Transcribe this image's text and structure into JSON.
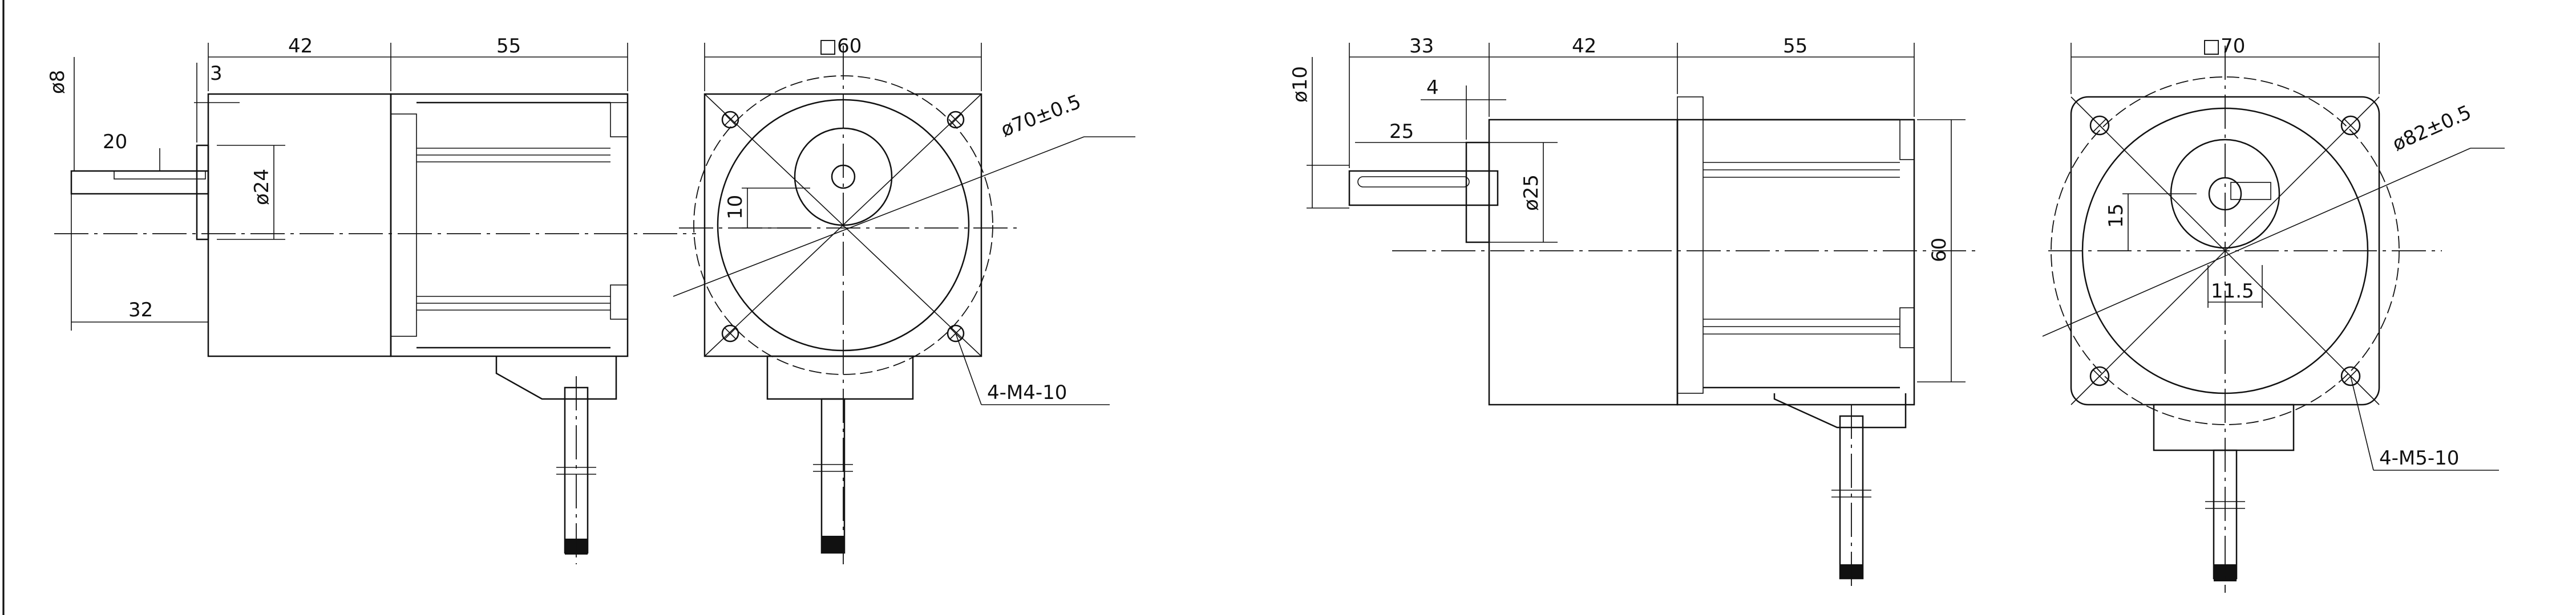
{
  "drawing_left": {
    "shaft_dia": "ø8",
    "flange_len": "42",
    "body_len": "55",
    "shoulder": "3",
    "key_len": "20",
    "pilot_dia": "ø24",
    "shaft_len": "32",
    "square": "□60",
    "bolt_circle": "ø70±0.5",
    "key_offset": "10",
    "holes": "4-M4-10"
  },
  "drawing_right": {
    "shaft_dia": "ø10",
    "shaft_len": "33",
    "flange_len": "42",
    "body_len": "55",
    "shoulder": "4",
    "key_len": "25",
    "pilot_dia": "ø25",
    "height": "60",
    "square": "□70",
    "bolt_circle": "ø82±0.5",
    "key_offset": "15",
    "key_width": "11.5",
    "holes": "4-M5-10"
  }
}
